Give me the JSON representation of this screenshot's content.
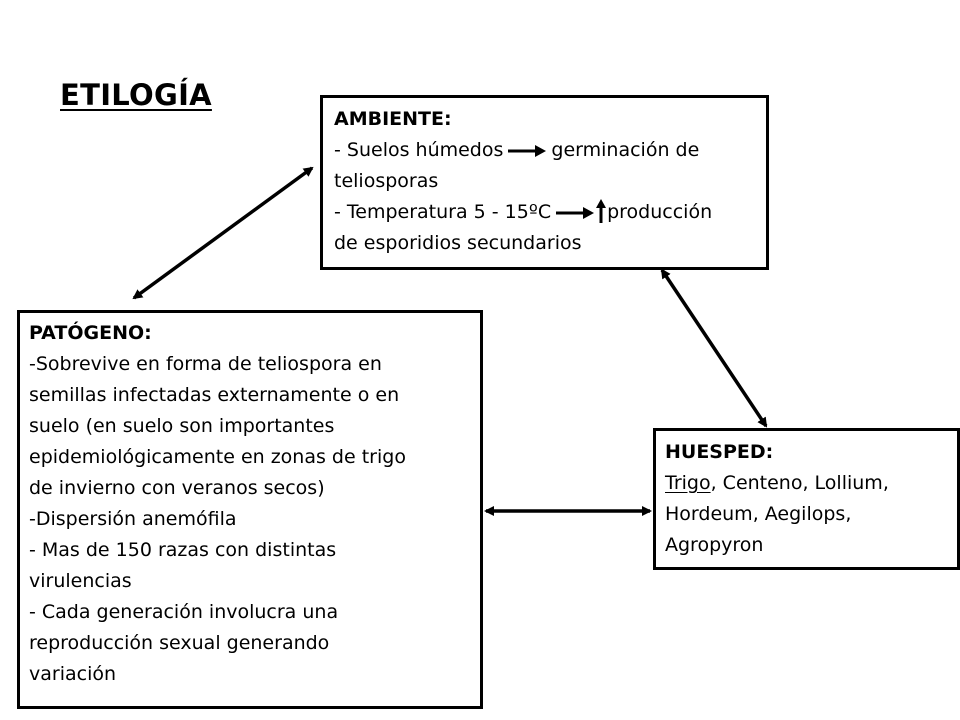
{
  "title": "ETILOGÍA",
  "ambiente": {
    "header": "AMBIENTE:",
    "line1_a": "- Suelos húmedos",
    "line1_b": "germinación de",
    "line2": "teliosporas",
    "line3_a": "- Temperatura 5 - 15ºC",
    "line3_b": "producción",
    "line4": "de esporidios secundarios"
  },
  "patogeno": {
    "header": "PATÓGENO:",
    "lines": [
      "-Sobrevive en forma de teliospora en",
      "semillas infectadas externamente o en",
      "suelo (en suelo son importantes",
      "epidemiológicamente en zonas de trigo",
      "de invierno con veranos secos)",
      "-Dispersión anemófila",
      "- Mas de 150 razas con distintas",
      "virulencias",
      "- Cada generación involucra una",
      "reproducción sexual generando",
      "variación"
    ]
  },
  "huesped": {
    "header": "HUESPED:",
    "line1_host": "Trigo",
    "line1_rest": ", Centeno, Lollium,",
    "line2": "Hordeum, Aegilops,",
    "line3": "Agropyron"
  }
}
